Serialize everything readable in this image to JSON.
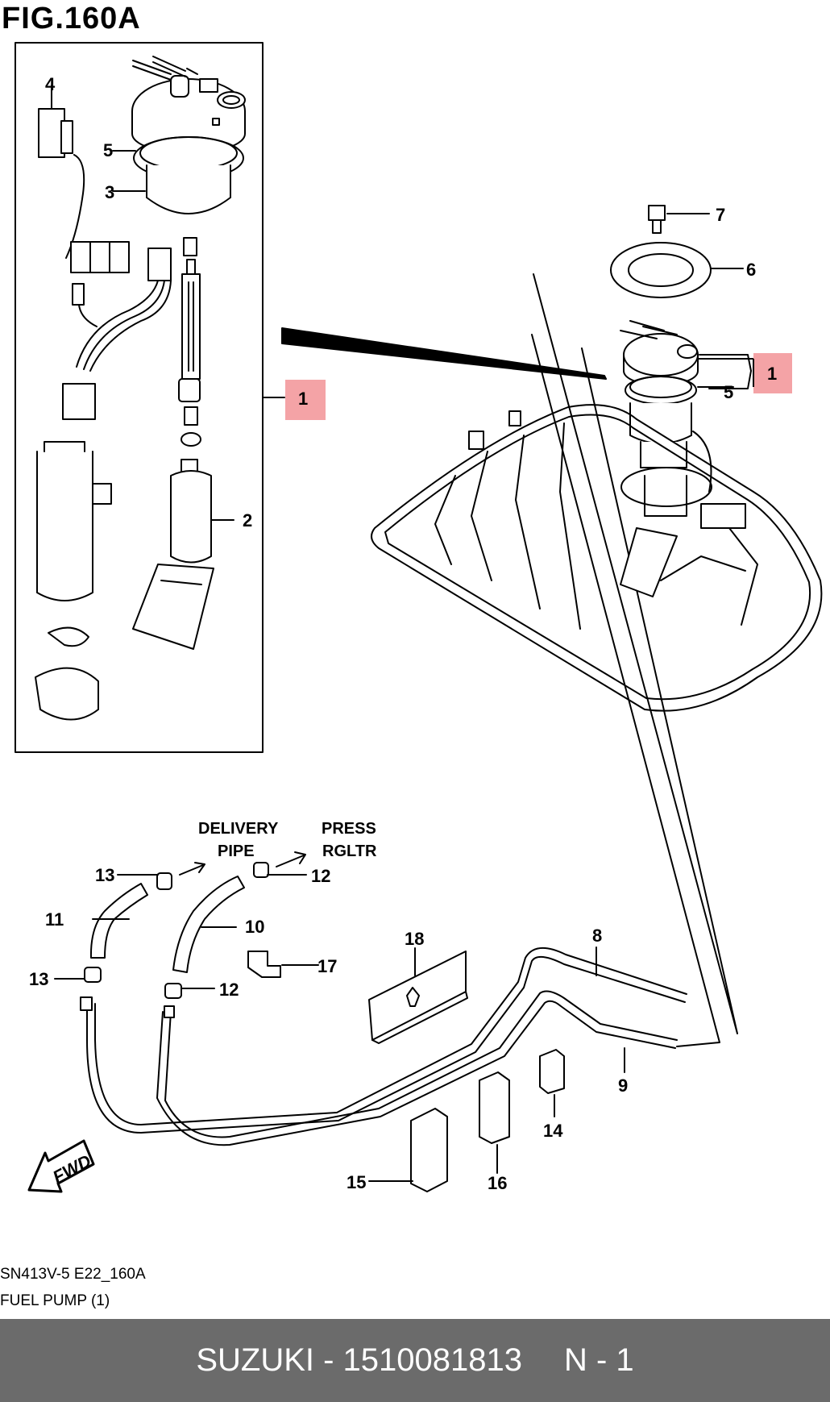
{
  "figure": {
    "title": "FIG.160A"
  },
  "callouts": {
    "c1_box": "1",
    "c1_right": "1",
    "c2": "2",
    "c3": "3",
    "c4": "4",
    "c5_left": "5",
    "c5_right": "5",
    "c6": "6",
    "c7": "7",
    "c8": "8",
    "c9": "9",
    "c10": "10",
    "c11": "11",
    "c12_top": "12",
    "c12_bottom": "12",
    "c13_top": "13",
    "c13_bottom": "13",
    "c14": "14",
    "c15": "15",
    "c16": "16",
    "c17": "17",
    "c18": "18"
  },
  "labels": {
    "delivery_line1": "DELIVERY",
    "delivery_line2": "PIPE",
    "press_line1": "PRESS",
    "press_line2": "RGLTR",
    "fwd": "FWD"
  },
  "footer": {
    "code": "SN413V-5 E22_160A",
    "name": "FUEL PUMP (1)"
  },
  "bottom_bar": {
    "brand": "SUZUKI - 1510081813",
    "page": "N - 1"
  },
  "colors": {
    "highlight": "#f4a3a6",
    "bar_bg": "#6b6b6b",
    "bar_text": "#ffffff"
  }
}
